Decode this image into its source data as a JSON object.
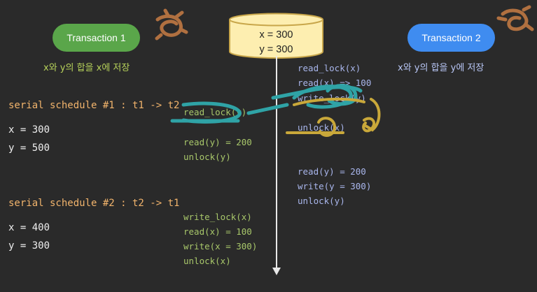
{
  "transaction1": {
    "label": "Transaction 1",
    "note": "x와 y의 합을 x에 저장"
  },
  "transaction2": {
    "label": "Transaction 2",
    "note": "x와 y의 합을 y에 저장"
  },
  "database": {
    "x": "x = 300",
    "y": "y = 300"
  },
  "schedule1": {
    "title": "serial schedule #1 : t1 -> t2",
    "x": "x = 300",
    "y": "y = 500"
  },
  "schedule2": {
    "title": "serial schedule #2 : t2 -> t1",
    "x": "x = 400",
    "y": "y = 300"
  },
  "t1_ops_top": [
    "read_lock(y)",
    "read(y) = 200",
    "unlock(y)"
  ],
  "t1_ops_bottom": [
    "write_lock(x)",
    "read(x) = 100",
    "write(x = 300)",
    "unlock(x)"
  ],
  "t2_ops_top": [
    "read_lock(x)",
    "read(x) => 100",
    "write_lock(y)",
    "unlock(x)"
  ],
  "t2_ops_bottom": [
    "read(y) = 200",
    "write(y = 300)",
    "unlock(y)"
  ],
  "colors": {
    "t1": "#5aa64a",
    "t2": "#3f8cf0",
    "schedule": "#f2b46c",
    "db": "#fdeeb0"
  }
}
